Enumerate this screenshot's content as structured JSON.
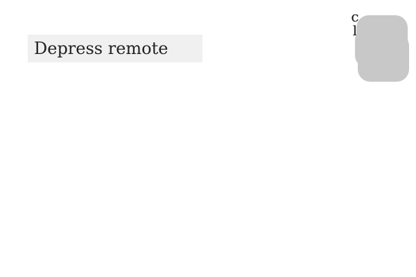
{
  "task": {
    "instruction": "Depress remote"
  },
  "side_letters": [
    "c",
    "l"
  ],
  "remote": {
    "icon": "gray-remote-shape",
    "color": "#c8c8c8"
  },
  "colors": {
    "background": "#ffffff",
    "prompt_background": "#f0f0f0",
    "text": "#222222"
  }
}
